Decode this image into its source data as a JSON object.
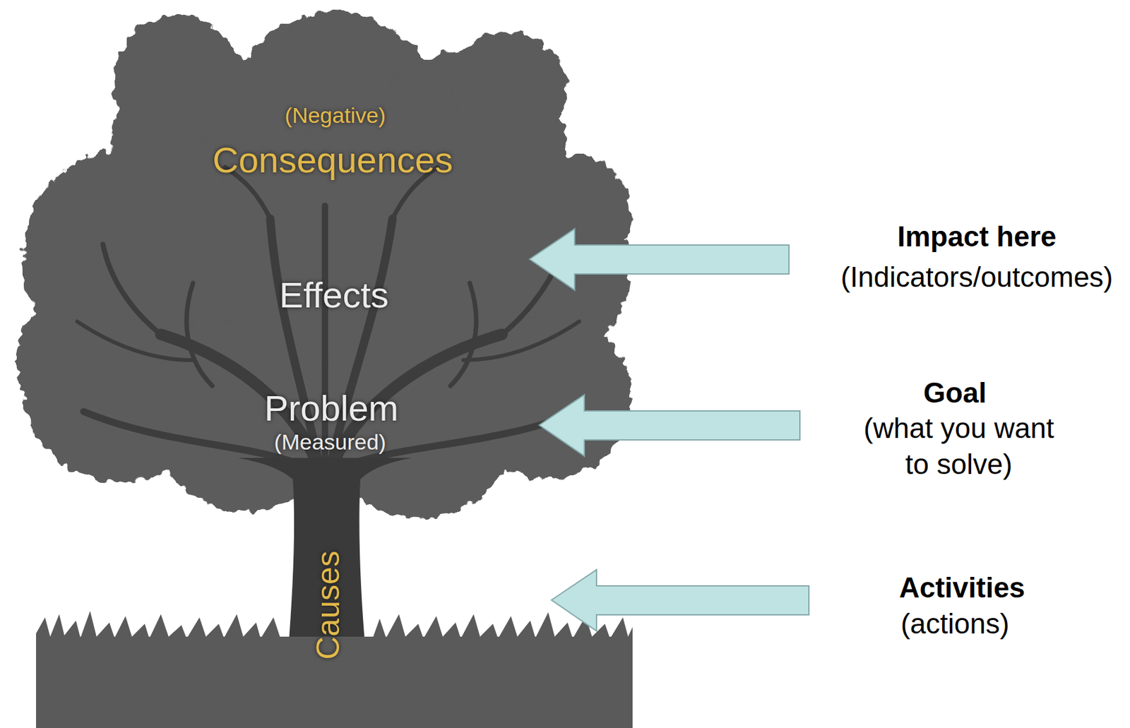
{
  "diagram": {
    "labels": [
      "(Negative)",
      "Consequences",
      "Effects",
      "Problem",
      "(Measured)",
      "Causes",
      "Impact here",
      "(Indicators/outcomes)",
      "Goal",
      "(what you want to solve)",
      "Activities",
      "(actions)"
    ]
  }
}
